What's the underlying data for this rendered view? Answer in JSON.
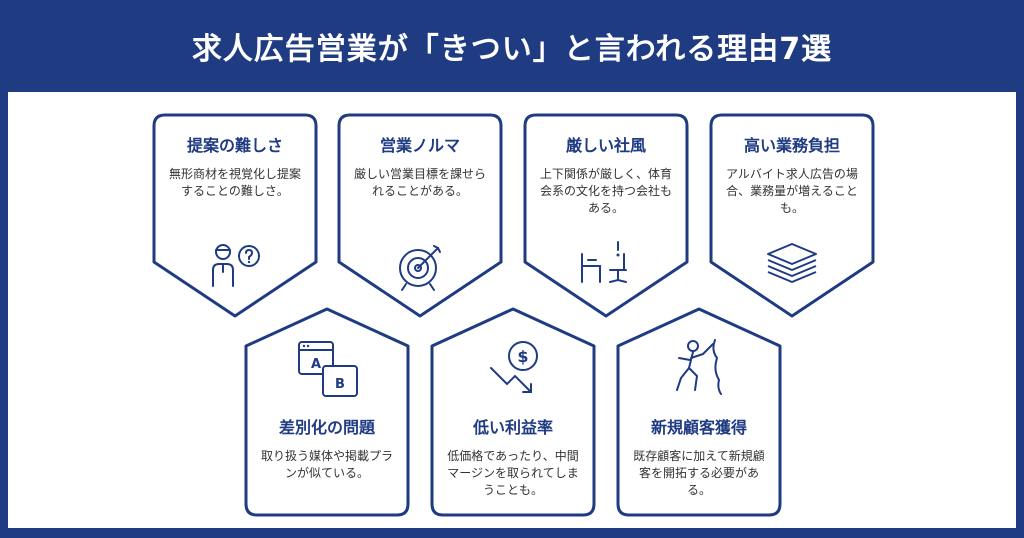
{
  "header": {
    "title": "求人広告営業が「きつい」と言われる理由7選"
  },
  "colors": {
    "navy": "#1f3b82",
    "white": "#ffffff",
    "text": "#333333"
  },
  "cards_top": [
    {
      "title": "提案の難しさ",
      "desc": "無形商材を視覚化し提案することの難しさ。",
      "icon": "person-question-icon"
    },
    {
      "title": "営業ノルマ",
      "desc": "厳しい営業目標を課せられることがある。",
      "icon": "target-arrow-icon"
    },
    {
      "title": "厳しい社風",
      "desc": "上下関係が厳しく、体育会系の文化を持つ会社もある。",
      "icon": "desk-chair-icon"
    },
    {
      "title": "高い業務負担",
      "desc": "アルバイト求人広告の場合、業務量が増えることも。",
      "icon": "stack-layers-icon"
    }
  ],
  "cards_bottom": [
    {
      "title": "差別化の問題",
      "desc": "取り扱う媒体や掲載プランが似ている。",
      "icon": "ab-window-icon",
      "icon_a": "A",
      "icon_b": "B"
    },
    {
      "title": "低い利益率",
      "desc": "低価格であったり、中間マージンを取られてしまうことも。",
      "icon": "dollar-down-icon",
      "icon_symbol": "$"
    },
    {
      "title": "新規顧客獲得",
      "desc": "既存顧客に加えて新規顧客を開拓する必要がある。",
      "icon": "climber-icon"
    }
  ]
}
